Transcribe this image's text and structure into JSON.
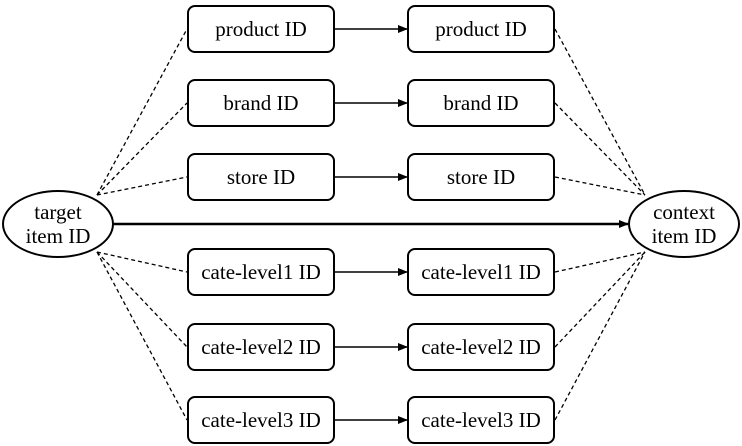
{
  "diagram": {
    "source_node": {
      "line1": "target",
      "line2": "item ID"
    },
    "target_node": {
      "line1": "context",
      "line2": "item ID"
    },
    "left_column": [
      "product ID",
      "brand ID",
      "store ID",
      "cate-level1 ID",
      "cate-level2 ID",
      "cate-level3 ID"
    ],
    "right_column": [
      "product ID",
      "brand ID",
      "store ID",
      "cate-level1 ID",
      "cate-level2 ID",
      "cate-level3 ID"
    ]
  }
}
